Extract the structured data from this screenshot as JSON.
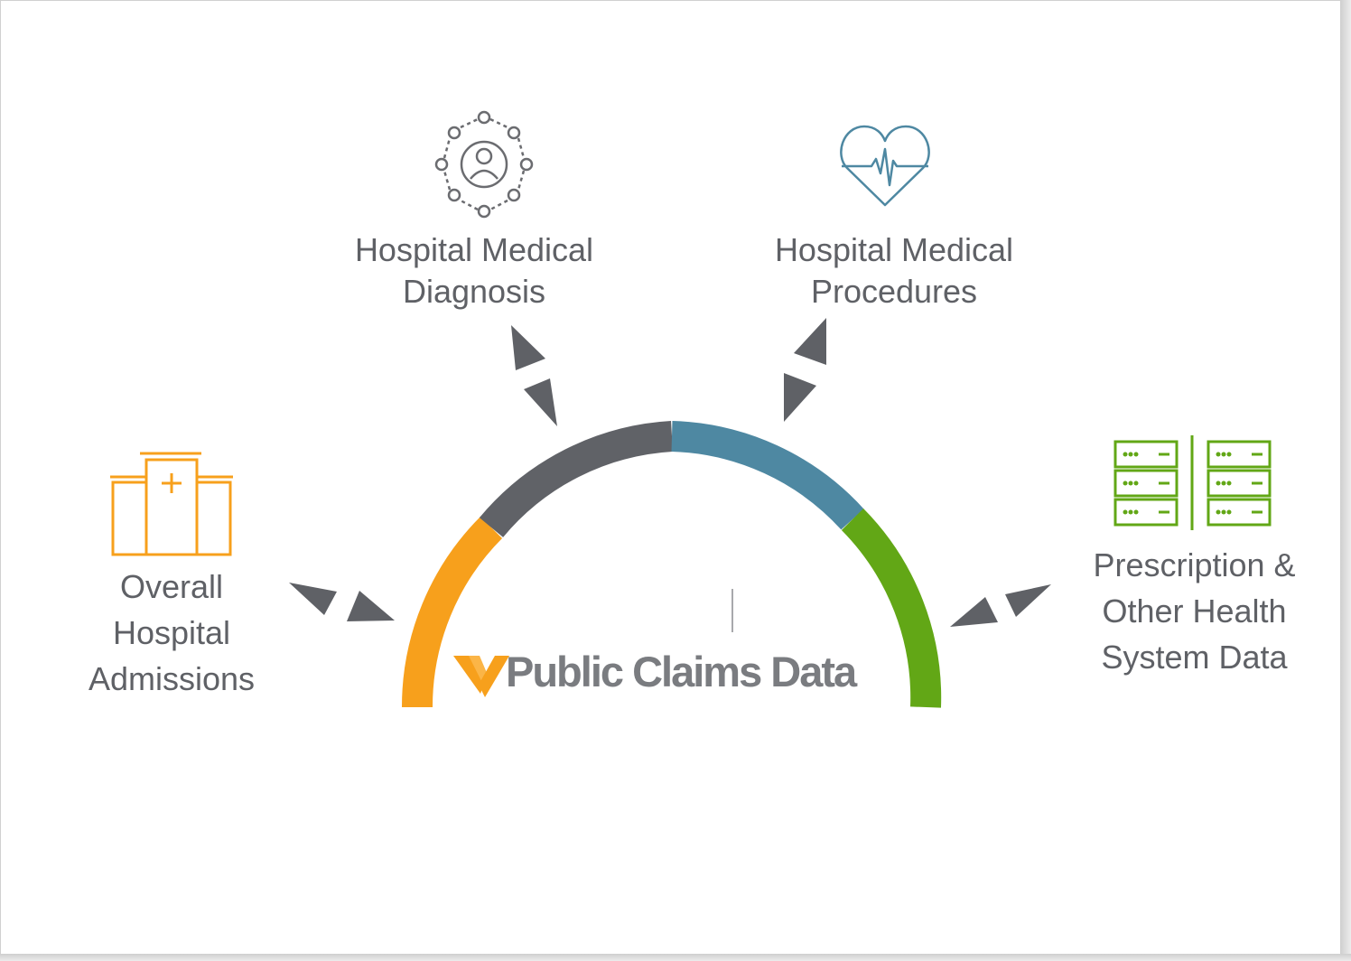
{
  "diagram": {
    "center": {
      "logo_text": "Public Claims Data"
    },
    "nodes": [
      {
        "id": "diagnosis",
        "lines": [
          "Hospital Medical",
          "Diagnosis"
        ],
        "icon": "patient-network-icon",
        "color": "#6b6c70"
      },
      {
        "id": "procedures",
        "lines": [
          "Hospital Medical",
          "Procedures"
        ],
        "icon": "heart-pulse-icon",
        "color": "#4e88a2"
      },
      {
        "id": "admissions",
        "lines": [
          "Overall",
          "Hospital",
          "Admissions"
        ],
        "icon": "hospital-building-icon",
        "color": "#f7a01c"
      },
      {
        "id": "prescription",
        "lines": [
          "Prescription &",
          "Other Health",
          "System Data"
        ],
        "icon": "server-racks-icon",
        "color": "#62a716"
      }
    ],
    "arc_colors": {
      "orange": "#f7a01c",
      "gray": "#606267",
      "blue": "#4e88a2",
      "green": "#62a716"
    },
    "arrow_color": "#5f6166"
  }
}
